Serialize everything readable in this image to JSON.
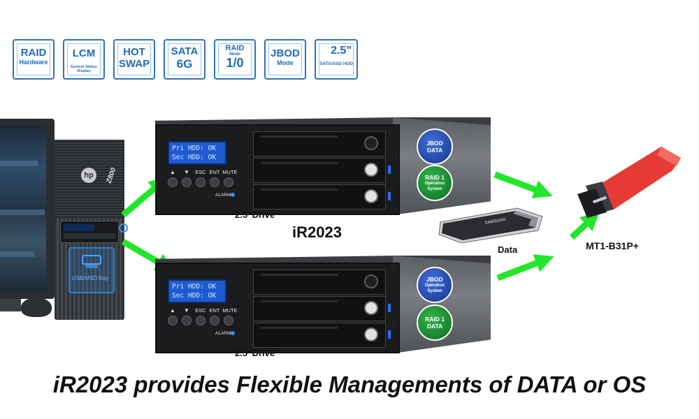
{
  "badges": [
    {
      "name": "raid-hardware-badge",
      "line1": "RAID",
      "line2": "Hardware"
    },
    {
      "name": "lcm-badge",
      "line1": "LCM",
      "line2": "System Status Display"
    },
    {
      "name": "hot-swap-badge",
      "line1": "HOT",
      "line2": "SWAP"
    },
    {
      "name": "sata-6g-badge",
      "line1": "SATA",
      "line2": "6G"
    },
    {
      "name": "raid-mode-badge",
      "line1": "RAID",
      "line2": "Mode",
      "line3": "1/0"
    },
    {
      "name": "jbod-mode-badge",
      "line1": "JBOD",
      "line2": "Mode"
    },
    {
      "name": "drive-size-badge",
      "line1": "2.5\"",
      "line2": "SATA/SSD HDD"
    }
  ],
  "workstation": {
    "brand": "hp",
    "model": "Z800",
    "bay_label": "USB/MSD Bay"
  },
  "unit_top": {
    "lcd_line1": "Pri HDD: OK",
    "lcd_line2": "Sec HDD: OK",
    "btn_esc": "ESC",
    "btn_ent": "ENT",
    "btn_mute": "MUTE",
    "alarm": "ALARM",
    "drive_label": "2.5”Drive",
    "circle1_line1": "JBOD DATA",
    "circle1_line2": "",
    "circle2_line1": "RAID 1",
    "circle2_line2": "Operation System"
  },
  "unit_bottom": {
    "lcd_line1": "Pri HDD: OK",
    "lcd_line2": "Sec HDD: OK",
    "btn_esc": "ESC",
    "btn_ent": "ENT",
    "btn_mute": "MUTE",
    "alarm": "ALARM",
    "drive_label": "2.5”Drive",
    "circle1_line1": "JBOD",
    "circle1_line2": "Operation System",
    "circle2_line1": "RAID 1 DATA",
    "circle2_line2": ""
  },
  "product_name": "iR2023",
  "data_label": "Data",
  "hdd_brand": "SAMSUNG",
  "external_product": "MT1-B31P+",
  "headline": "iR2023 provides Flexible Managements of DATA or OS",
  "colors": {
    "badge_blue": "#1f6bb8",
    "arrow_green": "#22e62a",
    "arrow_blue": "#1a2ee8",
    "lcd_blue": "#1e5bd1",
    "enclosure_red": "#e53b34"
  }
}
